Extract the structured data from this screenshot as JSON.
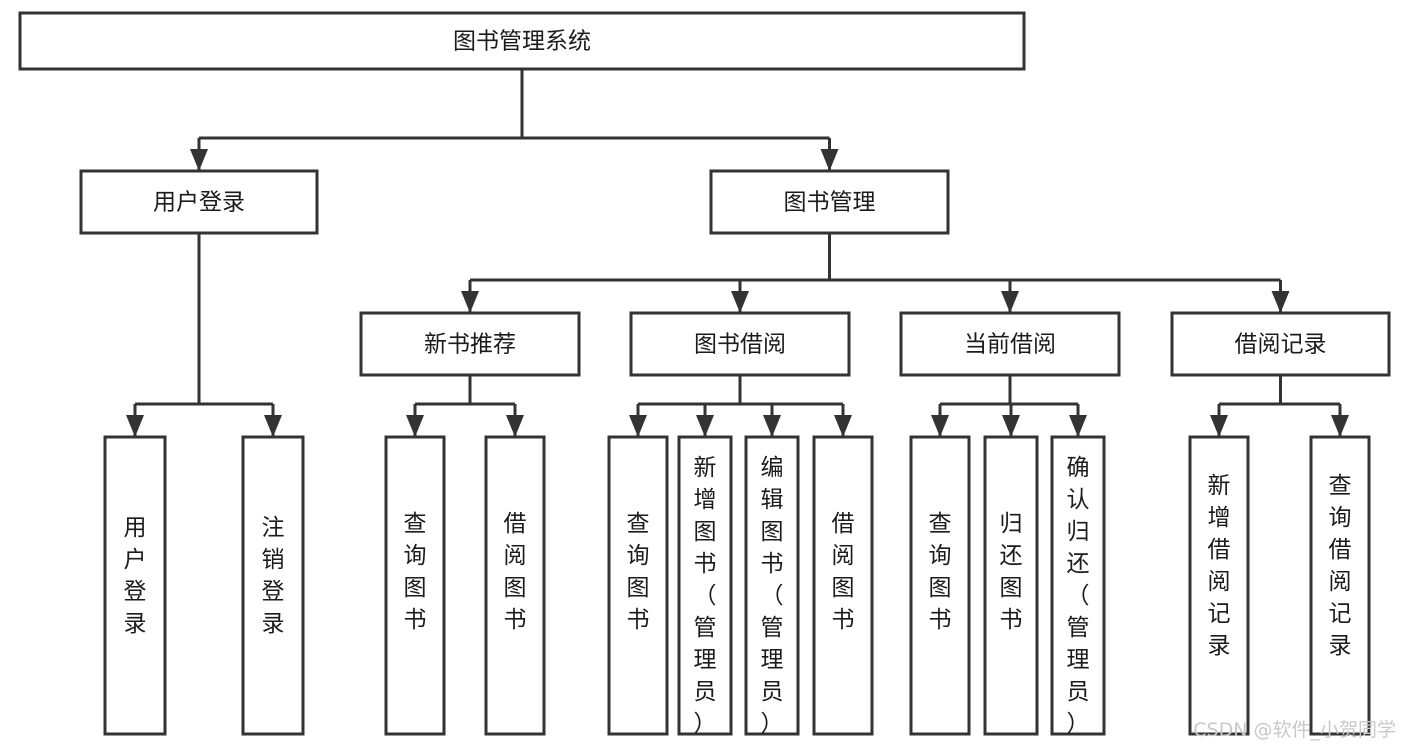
{
  "diagram": {
    "title": "图书管理系统",
    "type": "tree",
    "orientation": "top-down",
    "background_color": "#ffffff",
    "line_color": "#333333",
    "text_color": "#1b1b1b",
    "box_fill": "#ffffff",
    "nodes": {
      "root": {
        "label": "图书管理系统",
        "level": 1,
        "text_direction": "horizontal"
      },
      "login": {
        "label": "用户登录",
        "level": 2,
        "text_direction": "horizontal"
      },
      "book_mgmt": {
        "label": "图书管理",
        "level": 2,
        "text_direction": "horizontal"
      },
      "new_book": {
        "label": "新书推荐",
        "level": 3,
        "text_direction": "horizontal"
      },
      "borrow": {
        "label": "图书借阅",
        "level": 3,
        "text_direction": "horizontal"
      },
      "current": {
        "label": "当前借阅",
        "level": 3,
        "text_direction": "horizontal"
      },
      "records": {
        "label": "借阅记录",
        "level": 3,
        "text_direction": "horizontal"
      },
      "leaf_user_login": {
        "label": "用户登录",
        "level": 4,
        "text_direction": "vertical"
      },
      "leaf_user_logout": {
        "label": "注销登录",
        "level": 4,
        "text_direction": "vertical"
      },
      "leaf_nb_query": {
        "label": "查询图书",
        "level": 4,
        "text_direction": "vertical"
      },
      "leaf_nb_borrow": {
        "label": "借阅图书",
        "level": 4,
        "text_direction": "vertical"
      },
      "leaf_bo_query": {
        "label": "查询图书",
        "level": 4,
        "text_direction": "vertical"
      },
      "leaf_bo_add": {
        "label": "新增图书（管理员）",
        "level": 4,
        "text_direction": "vertical"
      },
      "leaf_bo_edit": {
        "label": "编辑图书（管理员）",
        "level": 4,
        "text_direction": "vertical"
      },
      "leaf_bo_borrow": {
        "label": "借阅图书",
        "level": 4,
        "text_direction": "vertical"
      },
      "leaf_cu_query": {
        "label": "查询图书",
        "level": 4,
        "text_direction": "vertical"
      },
      "leaf_cu_return": {
        "label": "归还图书",
        "level": 4,
        "text_direction": "vertical"
      },
      "leaf_cu_confirm": {
        "label": "确认归还（管理员）",
        "level": 4,
        "text_direction": "vertical"
      },
      "leaf_rc_add": {
        "label": "新增借阅记录",
        "level": 4,
        "text_direction": "vertical"
      },
      "leaf_rc_query": {
        "label": "查询借阅记录",
        "level": 4,
        "text_direction": "vertical"
      }
    },
    "edges": [
      {
        "from": "root",
        "to": "login"
      },
      {
        "from": "root",
        "to": "book_mgmt"
      },
      {
        "from": "login",
        "to": "leaf_user_login"
      },
      {
        "from": "login",
        "to": "leaf_user_logout"
      },
      {
        "from": "book_mgmt",
        "to": "new_book"
      },
      {
        "from": "book_mgmt",
        "to": "borrow"
      },
      {
        "from": "book_mgmt",
        "to": "current"
      },
      {
        "from": "book_mgmt",
        "to": "records"
      },
      {
        "from": "new_book",
        "to": "leaf_nb_query"
      },
      {
        "from": "new_book",
        "to": "leaf_nb_borrow"
      },
      {
        "from": "borrow",
        "to": "leaf_bo_query"
      },
      {
        "from": "borrow",
        "to": "leaf_bo_add"
      },
      {
        "from": "borrow",
        "to": "leaf_bo_edit"
      },
      {
        "from": "borrow",
        "to": "leaf_bo_borrow"
      },
      {
        "from": "current",
        "to": "leaf_cu_query"
      },
      {
        "from": "current",
        "to": "leaf_cu_return"
      },
      {
        "from": "current",
        "to": "leaf_cu_confirm"
      },
      {
        "from": "records",
        "to": "leaf_rc_add"
      },
      {
        "from": "records",
        "to": "leaf_rc_query"
      }
    ]
  },
  "watermark": {
    "label": "CSDN @软件_小贺同学"
  }
}
